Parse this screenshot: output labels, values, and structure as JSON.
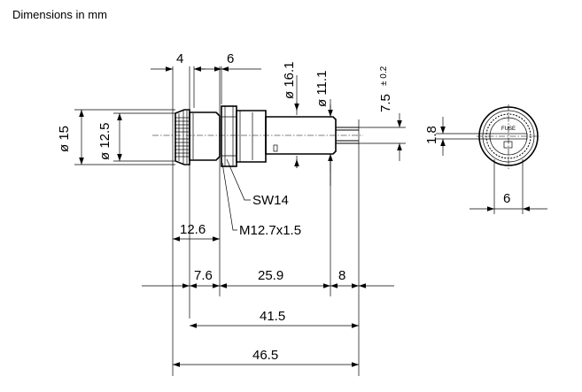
{
  "caption": "Dimensions in mm",
  "dimensions": {
    "d4": "4",
    "d6_top": "6",
    "dia16_1": "ø 16.1",
    "dia11_1": "ø 11.1",
    "d7_5": "7.5",
    "tol_0_2": "± 0.2",
    "dia15": "ø 15",
    "dia12_5": "ø 12.5",
    "sw14": "SW14",
    "thread": "M12.7x1.5",
    "d12_6": "12.6",
    "d7_6": "7.6",
    "d25_9": "25.9",
    "d8": "8",
    "d41_5": "41.5",
    "d46_5": "46.5",
    "d1_8": "1.8",
    "d6_right": "6"
  },
  "cap_marking": "FUSE"
}
